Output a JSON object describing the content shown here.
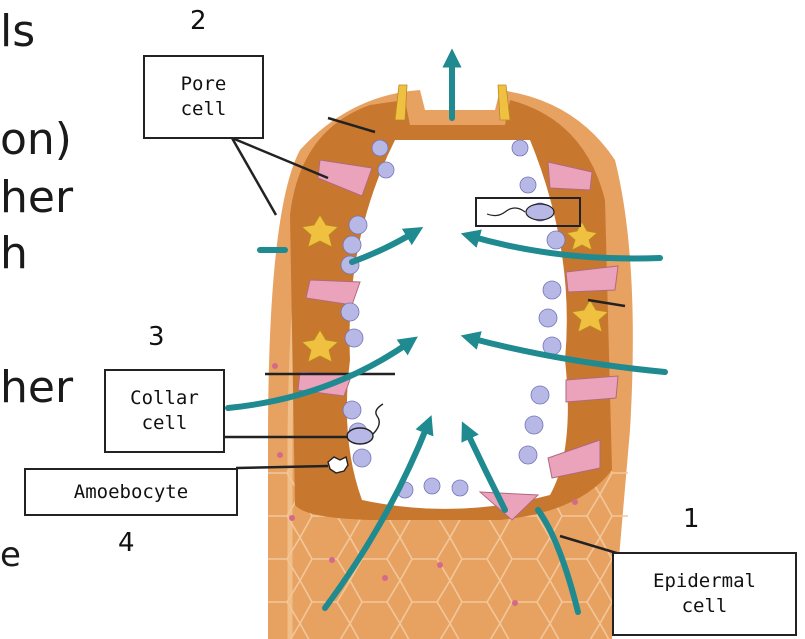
{
  "background_text_fragments": [
    "ls",
    "on)",
    "her",
    "h",
    "her",
    "e"
  ],
  "numbers": {
    "n1": "1",
    "n2": "2",
    "n3": "3",
    "n4": "4"
  },
  "labels": {
    "pore": {
      "line1": "Pore",
      "line2": "cell"
    },
    "collar": {
      "line1": "Collar",
      "line2": "cell"
    },
    "amoebocyte": {
      "text": "Amoebocyte"
    },
    "epidermal": {
      "line1": "Epidermal",
      "line2": "cell"
    }
  },
  "colors": {
    "flow_arrow": "#1f8a8f",
    "body_outer": "#e5a060",
    "body_inner": "#c7742e",
    "collar_cell": "#b7b8e6",
    "pore_cell": "#eaa3bb",
    "amoebocyte": "#f0c040"
  }
}
